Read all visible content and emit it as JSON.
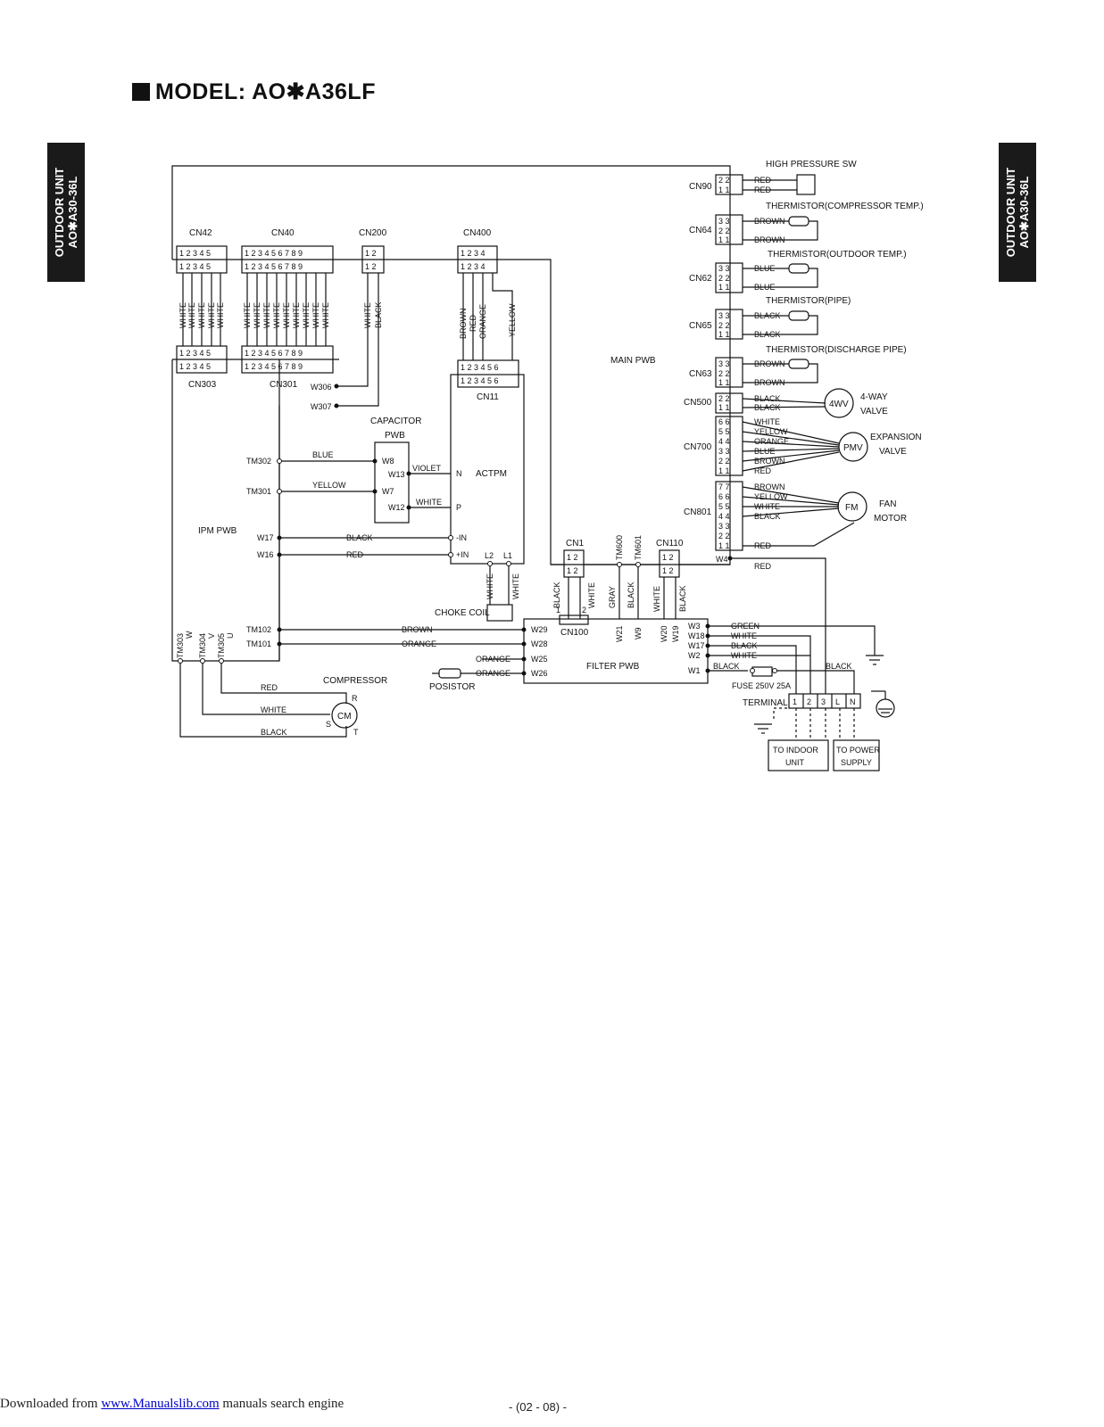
{
  "header": {
    "title": "MODEL: AO✱A36LF"
  },
  "side_tab": {
    "line1": "OUTDOOR UNIT",
    "line2": "AO✱A30-36L"
  },
  "footer": {
    "prefix": "Downloaded from ",
    "link": "www.Manualslib.com",
    "suffix": "  manuals search engine",
    "page": "- (02 - 08) -"
  },
  "diagram": {
    "connectors": {
      "cn42": "CN42",
      "cn40": "CN40",
      "cn200": "CN200",
      "cn400": "CN400",
      "cn303": "CN303",
      "cn301": "CN301",
      "cn11": "CN11",
      "cn90": "CN90",
      "cn64": "CN64",
      "cn62": "CN62",
      "cn65": "CN65",
      "cn63": "CN63",
      "cn500": "CN500",
      "cn700": "CN700",
      "cn801": "CN801",
      "cn1": "CN1",
      "cn110": "CN110",
      "cn100": "CN100"
    },
    "boards": {
      "main": "MAIN PWB",
      "ipm": "IPM PWB",
      "filter": "FILTER PWB",
      "capacitor": "CAPACITOR",
      "capacitor2": "PWB",
      "actpm": "ACTPM"
    },
    "components": {
      "high_pressure": "HIGH PRESSURE SW",
      "th_comp": "THERMISTOR(COMPRESSOR TEMP.)",
      "th_out": "THERMISTOR(OUTDOOR TEMP.)",
      "th_pipe": "THERMISTOR(PIPE)",
      "th_dis": "THERMISTOR(DISCHARGE PIPE)",
      "fourwv": "4WV",
      "fourwv_a": "4-WAY",
      "fourwv_b": "VALVE",
      "pmv": "PMV",
      "pmv_a": "EXPANSION",
      "pmv_b": "VALVE",
      "fm": "FM",
      "fm_a": "FAN",
      "fm_b": "MOTOR",
      "cm": "CM",
      "compressor": "COMPRESSOR",
      "choke": "CHOKE COIL",
      "posistor": "POSISTOR",
      "fuse": "FUSE 250V 25A",
      "terminal": "TERMINAL",
      "to_indoor": "TO INDOOR",
      "to_indoor2": "UNIT",
      "to_power": "TO POWER",
      "to_power2": "SUPPLY"
    },
    "terminals": {
      "w306": "W306",
      "w307": "W307",
      "tm302": "TM302",
      "tm301": "TM301",
      "w17": "W17",
      "w16": "W16",
      "tm102": "TM102",
      "tm101": "TM101",
      "tm303": "TM303",
      "tm304": "TM304",
      "tm305": "TM305",
      "tw": "W",
      "tv": "V",
      "tu": "U",
      "w8": "W8",
      "w13": "W13",
      "w7": "W7",
      "w12": "W12",
      "n": "N",
      "p": "P",
      "minus_in": "-IN",
      "plus_in": "+IN",
      "l1": "L1",
      "l2": "L2",
      "w29": "W29",
      "w28": "W28",
      "w25": "W25",
      "w26": "W26",
      "w21": "W21",
      "w9": "W9",
      "w20": "W20",
      "w19": "W19",
      "w3": "W3",
      "w18": "W18",
      "w17b": "W17",
      "w2": "W2",
      "w1": "W1",
      "w4": "W4",
      "tm600": "TM600",
      "tm601": "TM601",
      "r": "R",
      "s": "S",
      "t": "T",
      "t1": "1",
      "t2": "2",
      "t3": "3",
      "tl": "L",
      "tn": "N",
      "cn100_1": "1",
      "cn100_2": "2"
    },
    "wires": {
      "white": "WHITE",
      "black": "BLACK",
      "brown": "BROWN",
      "red": "RED",
      "orange": "ORANGE",
      "yellow": "YELLOW",
      "blue": "BLUE",
      "violet": "VIOLET",
      "gray": "GRAY",
      "green": "GREEN"
    }
  }
}
